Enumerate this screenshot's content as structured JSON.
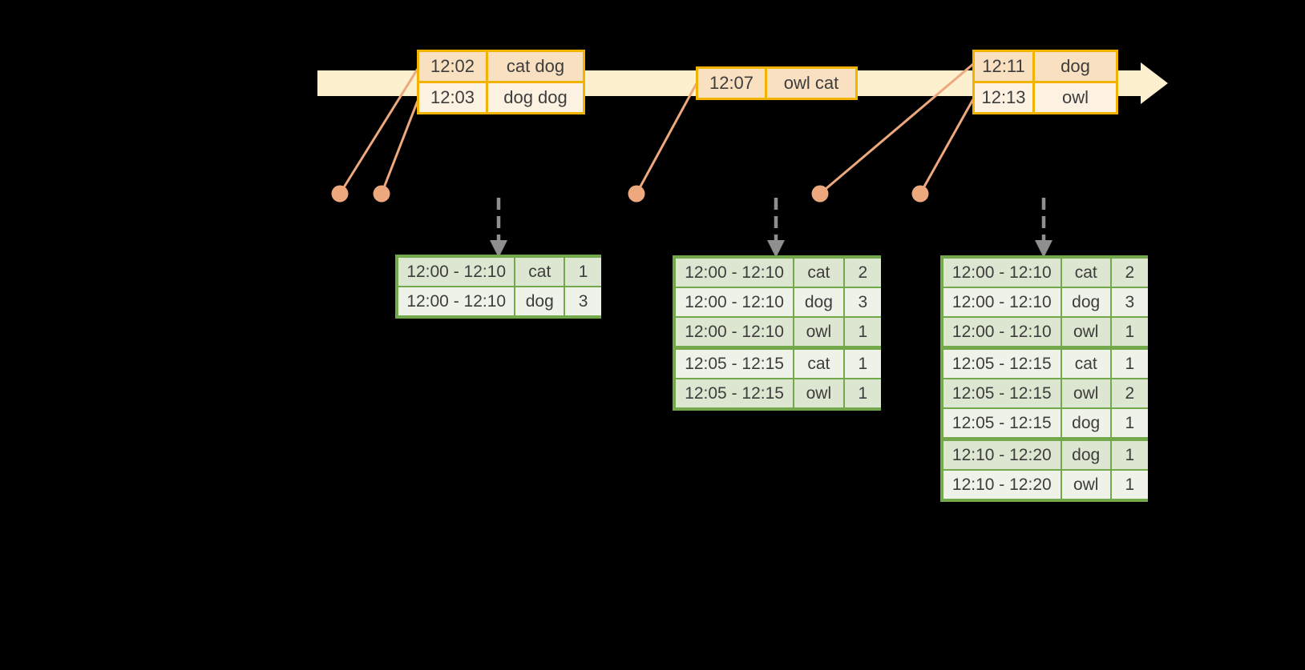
{
  "diagram": {
    "description": "Streaming windowed grouped aggregation timeline with event batches and windowed count result tables",
    "background_color": "#000000",
    "text_color": "#3d3d3d"
  },
  "timeline": {
    "arrow_color": "#fcf0cf",
    "border_color": "#f2b200",
    "row_fill_dark": "#f9e0c0",
    "row_fill_light": "#fdf2e2",
    "marker_color": "#eda87d",
    "event_batches": [
      {
        "rows": [
          {
            "time": "12:02",
            "words": "cat dog"
          },
          {
            "time": "12:03",
            "words": "dog dog"
          }
        ]
      },
      {
        "rows": [
          {
            "time": "12:07",
            "words": "owl cat"
          }
        ]
      },
      {
        "rows": [
          {
            "time": "12:11",
            "words": "dog"
          },
          {
            "time": "12:13",
            "words": "owl"
          }
        ]
      }
    ]
  },
  "trigger_arrows": {
    "color": "#8f8f8f",
    "count": 3
  },
  "result_style": {
    "border_color": "#73a94b",
    "row_fill_dark": "#dce6d0",
    "row_fill_light": "#eef2e8"
  },
  "result_tables": [
    {
      "rows": [
        {
          "window": "12:00 - 12:10",
          "word": "cat",
          "count": "1"
        },
        {
          "window": "12:00 - 12:10",
          "word": "dog",
          "count": "3"
        }
      ],
      "thick_separators_before": []
    },
    {
      "rows": [
        {
          "window": "12:00 - 12:10",
          "word": "cat",
          "count": "2"
        },
        {
          "window": "12:00 - 12:10",
          "word": "dog",
          "count": "3"
        },
        {
          "window": "12:00 - 12:10",
          "word": "owl",
          "count": "1"
        },
        {
          "window": "12:05 - 12:15",
          "word": "cat",
          "count": "1"
        },
        {
          "window": "12:05 - 12:15",
          "word": "owl",
          "count": "1"
        }
      ],
      "thick_separators_before": [
        3
      ]
    },
    {
      "rows": [
        {
          "window": "12:00 - 12:10",
          "word": "cat",
          "count": "2"
        },
        {
          "window": "12:00 - 12:10",
          "word": "dog",
          "count": "3"
        },
        {
          "window": "12:00 - 12:10",
          "word": "owl",
          "count": "1"
        },
        {
          "window": "12:05 - 12:15",
          "word": "cat",
          "count": "1"
        },
        {
          "window": "12:05 - 12:15",
          "word": "owl",
          "count": "2"
        },
        {
          "window": "12:05 - 12:15",
          "word": "dog",
          "count": "1"
        },
        {
          "window": "12:10 - 12:20",
          "word": "dog",
          "count": "1"
        },
        {
          "window": "12:10 - 12:20",
          "word": "owl",
          "count": "1"
        }
      ],
      "thick_separators_before": [
        3,
        6
      ]
    }
  ]
}
